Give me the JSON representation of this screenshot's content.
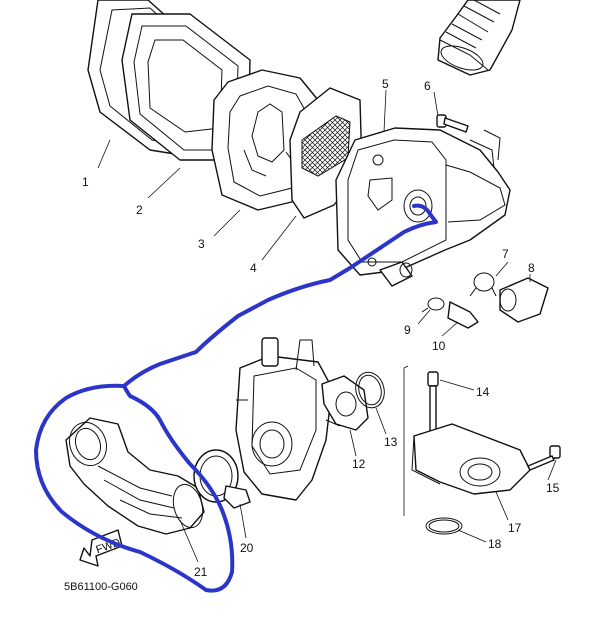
{
  "drawing_code": "5B61100-G060",
  "fwd_label": "FWD",
  "annotation_color": "#2b35c9",
  "part_labels": [
    "1",
    "2",
    "3",
    "4",
    "5",
    "6",
    "7",
    "8",
    "9",
    "10",
    "12",
    "13",
    "14",
    "15",
    "17",
    "18",
    "20",
    "21"
  ]
}
